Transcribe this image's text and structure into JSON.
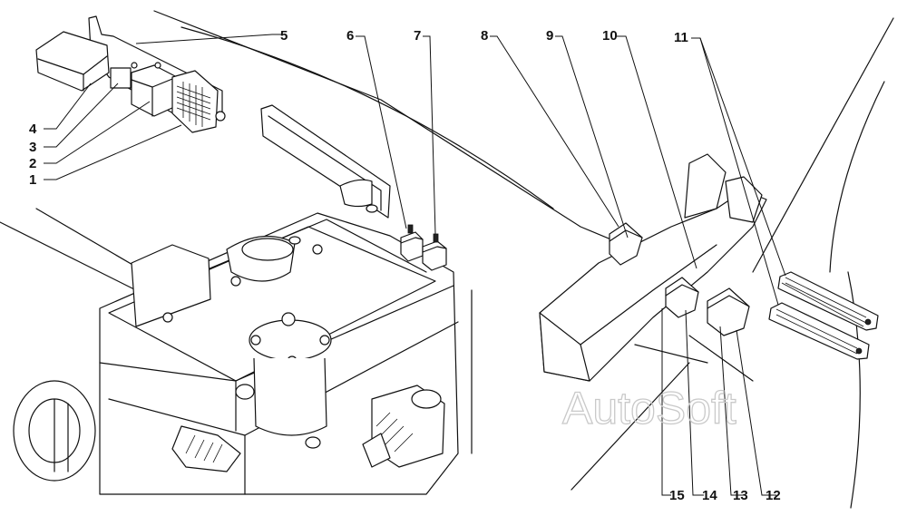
{
  "watermark": "AutoSoft",
  "callouts": [
    {
      "id": "1",
      "text": "1"
    },
    {
      "id": "2",
      "text": "2"
    },
    {
      "id": "3",
      "text": "3"
    },
    {
      "id": "4",
      "text": "4"
    },
    {
      "id": "5",
      "text": "5"
    },
    {
      "id": "6",
      "text": "6"
    },
    {
      "id": "7",
      "text": "7"
    },
    {
      "id": "8",
      "text": "8"
    },
    {
      "id": "9",
      "text": "9"
    },
    {
      "id": "10",
      "text": "10"
    },
    {
      "id": "11",
      "text": "11"
    },
    {
      "id": "12",
      "text": "12"
    },
    {
      "id": "13",
      "text": "13"
    },
    {
      "id": "14",
      "text": "14"
    },
    {
      "id": "15",
      "text": "15"
    }
  ]
}
